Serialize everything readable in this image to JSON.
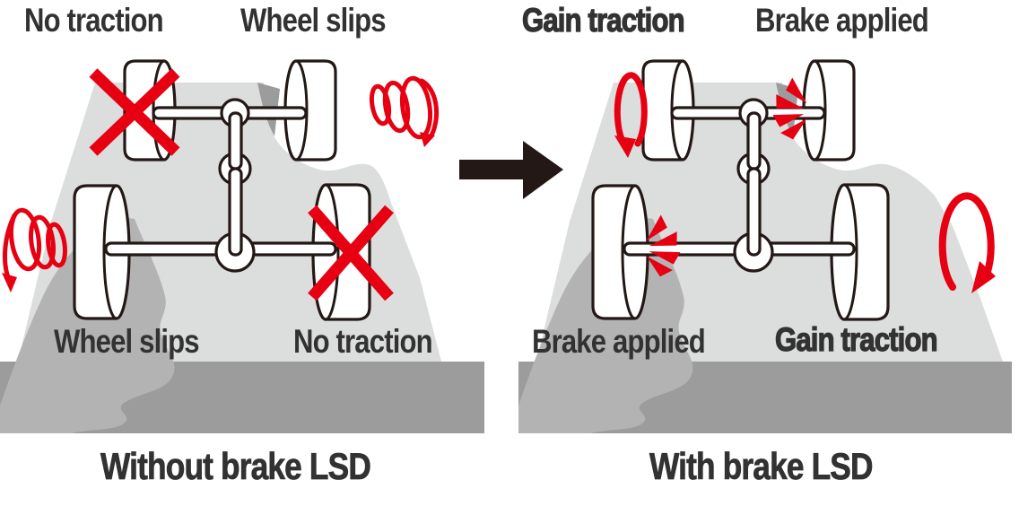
{
  "title": "Brake LSD comparison diagram",
  "colors": {
    "red": "#e60012",
    "outline": "#231815",
    "arrow": "#231815",
    "terrain_light": "#dcdddd",
    "terrain_mid": "#b3b3b4",
    "ground": "#9c9c9d",
    "text": "#323232",
    "background": "#ffffff"
  },
  "left_panel": {
    "caption": "Without brake LSD",
    "label_top_left": "No traction",
    "label_top_right": "Wheel slips",
    "label_bottom_left": "Wheel slips",
    "label_bottom_right": "No traction"
  },
  "right_panel": {
    "caption": "With brake LSD",
    "label_top_left": "Gain traction",
    "label_top_right": "Brake applied",
    "label_bottom_left": "Brake applied",
    "label_bottom_right": "Gain traction"
  },
  "icons": {
    "no_traction_mark": "red-cross-icon",
    "wheel_slip_mark": "spiral-spin-arrow-icon",
    "gain_traction_mark": "rotation-arrow-icon",
    "brake_applied_mark": "brake-flash-icon",
    "transition": "right-arrow-icon"
  }
}
